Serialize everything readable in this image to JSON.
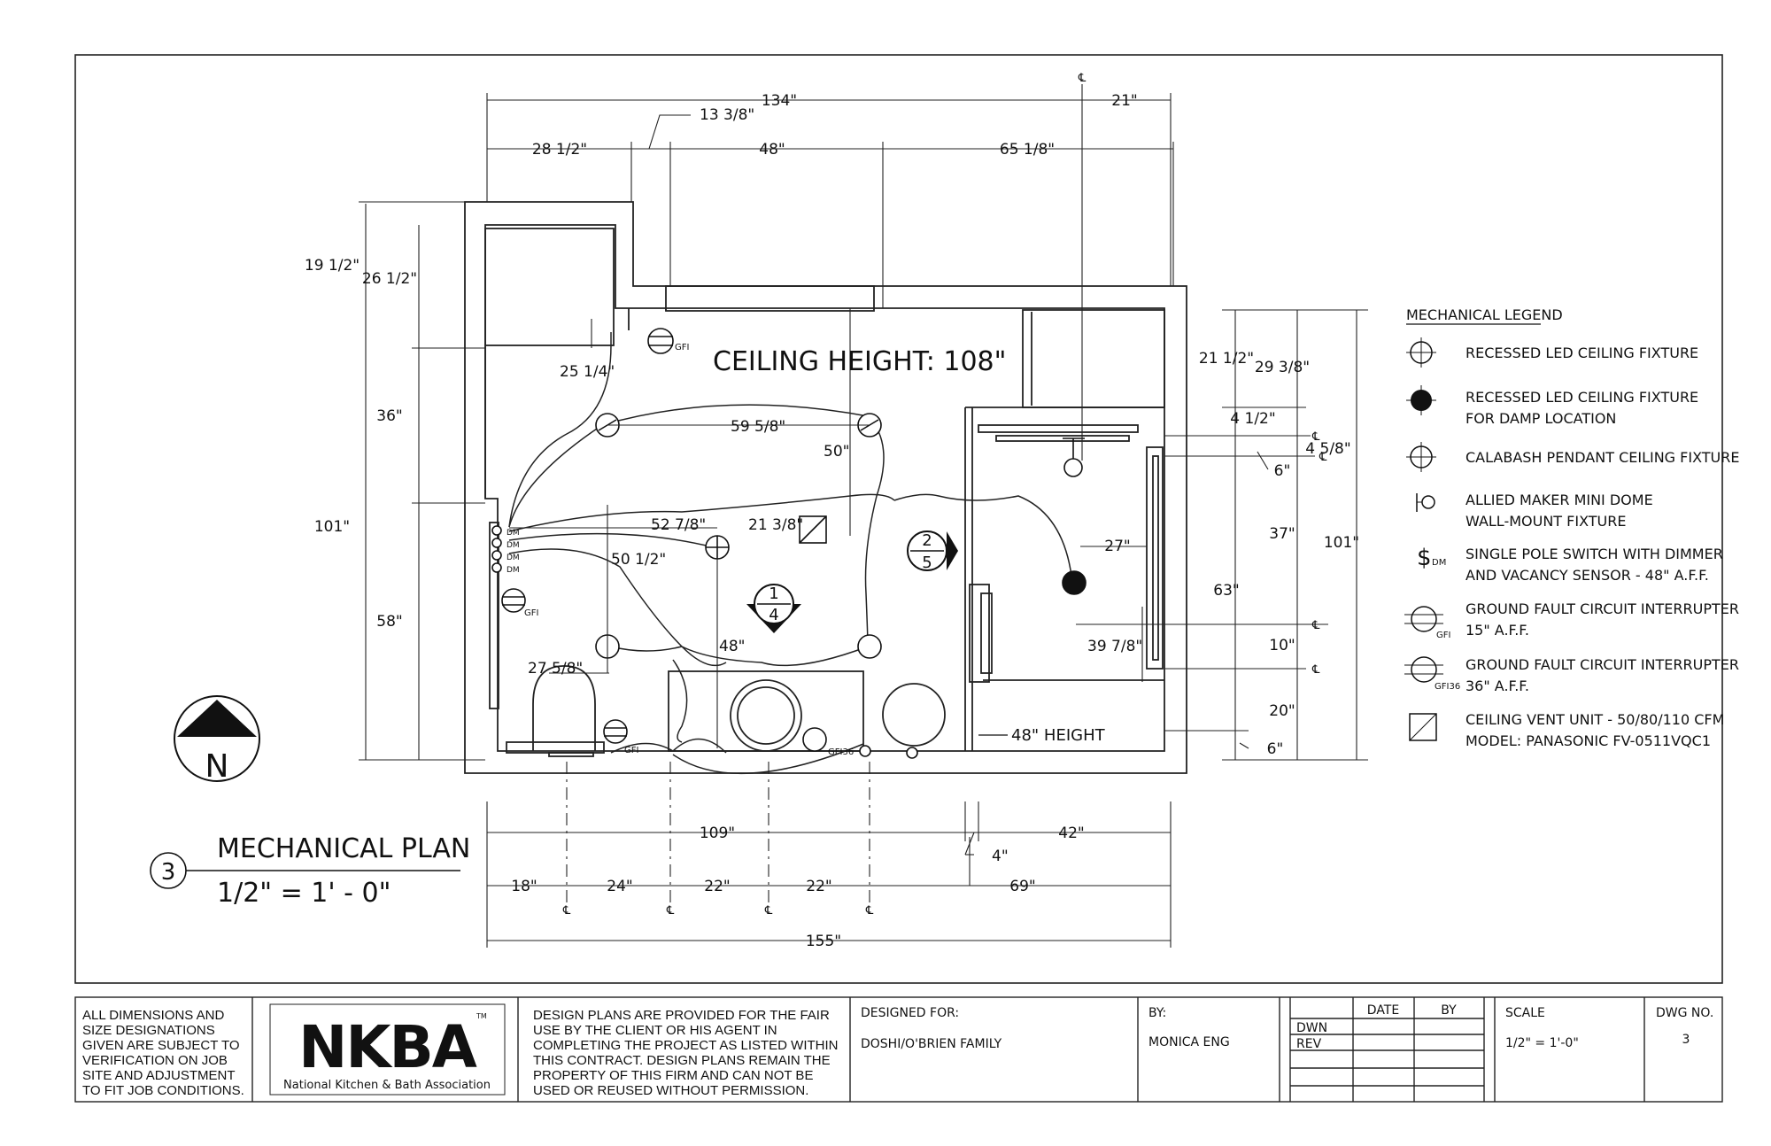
{
  "drawing": {
    "ceiling_height": "CEILING HEIGHT: 108\"",
    "title": "MECHANICAL PLAN",
    "scale_text": "1/2\" = 1' - 0\"",
    "view_number": "3",
    "north": "N",
    "height_note": "48\" HEIGHT",
    "gfi": "GFI",
    "gfi36": "GFI36",
    "dm": "DM",
    "centerline": "℄",
    "section_tags": [
      {
        "num": "2",
        "den": "5"
      },
      {
        "num": "1",
        "den": "4"
      }
    ]
  },
  "dimensions": {
    "top_overall": "134\"",
    "top_right": "21\"",
    "top_offset": "13 3/8\"",
    "top_left": "28 1/2\"",
    "top_mid": "48\"",
    "top_rt": "65 1/8\"",
    "left_outer_top": "19 1/2\"",
    "left_inner_top": "26 1/2\"",
    "left_overall": "101\"",
    "left_36": "36\"",
    "left_58": "58\"",
    "d_25": "25 1/4\"",
    "d_59": "59 5/8\"",
    "d_50a": "50\"",
    "d_52": "52 7/8\"",
    "d_21": "21 3/8\"",
    "d_50b": "50 1/2\"",
    "d_48": "48\"",
    "d_27a": "27 5/8\"",
    "d_27b": "27\"",
    "d_39": "39 7/8\"",
    "right_21": "21 1/2\"",
    "right_29": "29 3/8\"",
    "right_4a": "4 1/2\"",
    "right_4b": "4 5/8\"",
    "right_6a": "6\"",
    "right_37": "37\"",
    "right_63": "63\"",
    "right_101": "101\"",
    "right_10": "10\"",
    "right_20": "20\"",
    "right_6b": "6\"",
    "bot_109": "109\"",
    "bot_42": "42\"",
    "bot_4": "4\"",
    "bot_18": "18\"",
    "bot_24": "24\"",
    "bot_22a": "22\"",
    "bot_22b": "22\"",
    "bot_69": "69\"",
    "bot_155": "155\""
  },
  "legend": {
    "title": "MECHANICAL LEGEND",
    "items": [
      {
        "icon": "recessed-led-icon",
        "lines": [
          "RECESSED LED CEILING FIXTURE"
        ]
      },
      {
        "icon": "damp-led-icon",
        "lines": [
          "RECESSED LED CEILING FIXTURE",
          "FOR DAMP LOCATION"
        ]
      },
      {
        "icon": "pendant-icon",
        "lines": [
          "CALABASH PENDANT CEILING FIXTURE"
        ]
      },
      {
        "icon": "wall-mount-icon",
        "lines": [
          "ALLIED MAKER MINI DOME",
          "WALL-MOUNT FIXTURE"
        ]
      },
      {
        "icon": "switch-icon",
        "lines": [
          "SINGLE POLE SWITCH WITH DIMMER",
          "AND VACANCY SENSOR - 48\" A.F.F."
        ]
      },
      {
        "icon": "gfci-icon",
        "lines": [
          "GROUND FAULT CIRCUIT INTERRUPTER",
          "15\" A.F.F."
        ]
      },
      {
        "icon": "gfci36-icon",
        "lines": [
          "GROUND FAULT CIRCUIT INTERRUPTER",
          "36\" A.F.F."
        ]
      },
      {
        "icon": "vent-icon",
        "lines": [
          "CEILING VENT UNIT - 50/80/110 CFM",
          "MODEL: PANASONIC FV-0511VQC1"
        ]
      }
    ],
    "switch_symbol": "$",
    "switch_sub": "DM",
    "gfi_sub": "GFI",
    "gfi36_sub": "GFI36"
  },
  "title_block": {
    "disclaimer": "ALL DIMENSIONS AND SIZE DESIGNATIONS GIVEN ARE SUBJECT TO VERIFICATION ON JOB SITE AND ADJUSTMENT TO FIT JOB CONDITIONS.",
    "logo_text": "NKBA",
    "logo_tm": "TM",
    "logo_sub": "National Kitchen & Bath Association",
    "copyright": "DESIGN PLANS ARE PROVIDED FOR THE FAIR USE BY THE CLIENT OR HIS AGENT IN COMPLETING THE PROJECT AS LISTED WITHIN THIS CONTRACT. DESIGN PLANS REMAIN THE PROPERTY OF THIS FIRM AND CAN NOT BE USED OR REUSED WITHOUT PERMISSION.",
    "designed_for_label": "DESIGNED FOR:",
    "designed_for": "DOSHI/O'BRIEN FAMILY",
    "by_label": "BY:",
    "by": "MONICA ENG",
    "date_label": "DATE",
    "by_col_label": "BY",
    "dwn": "DWN",
    "rev": "REV",
    "scale_label": "SCALE",
    "scale": "1/2\" = 1'-0\"",
    "dwg_label": "DWG NO.",
    "dwg": "3"
  }
}
